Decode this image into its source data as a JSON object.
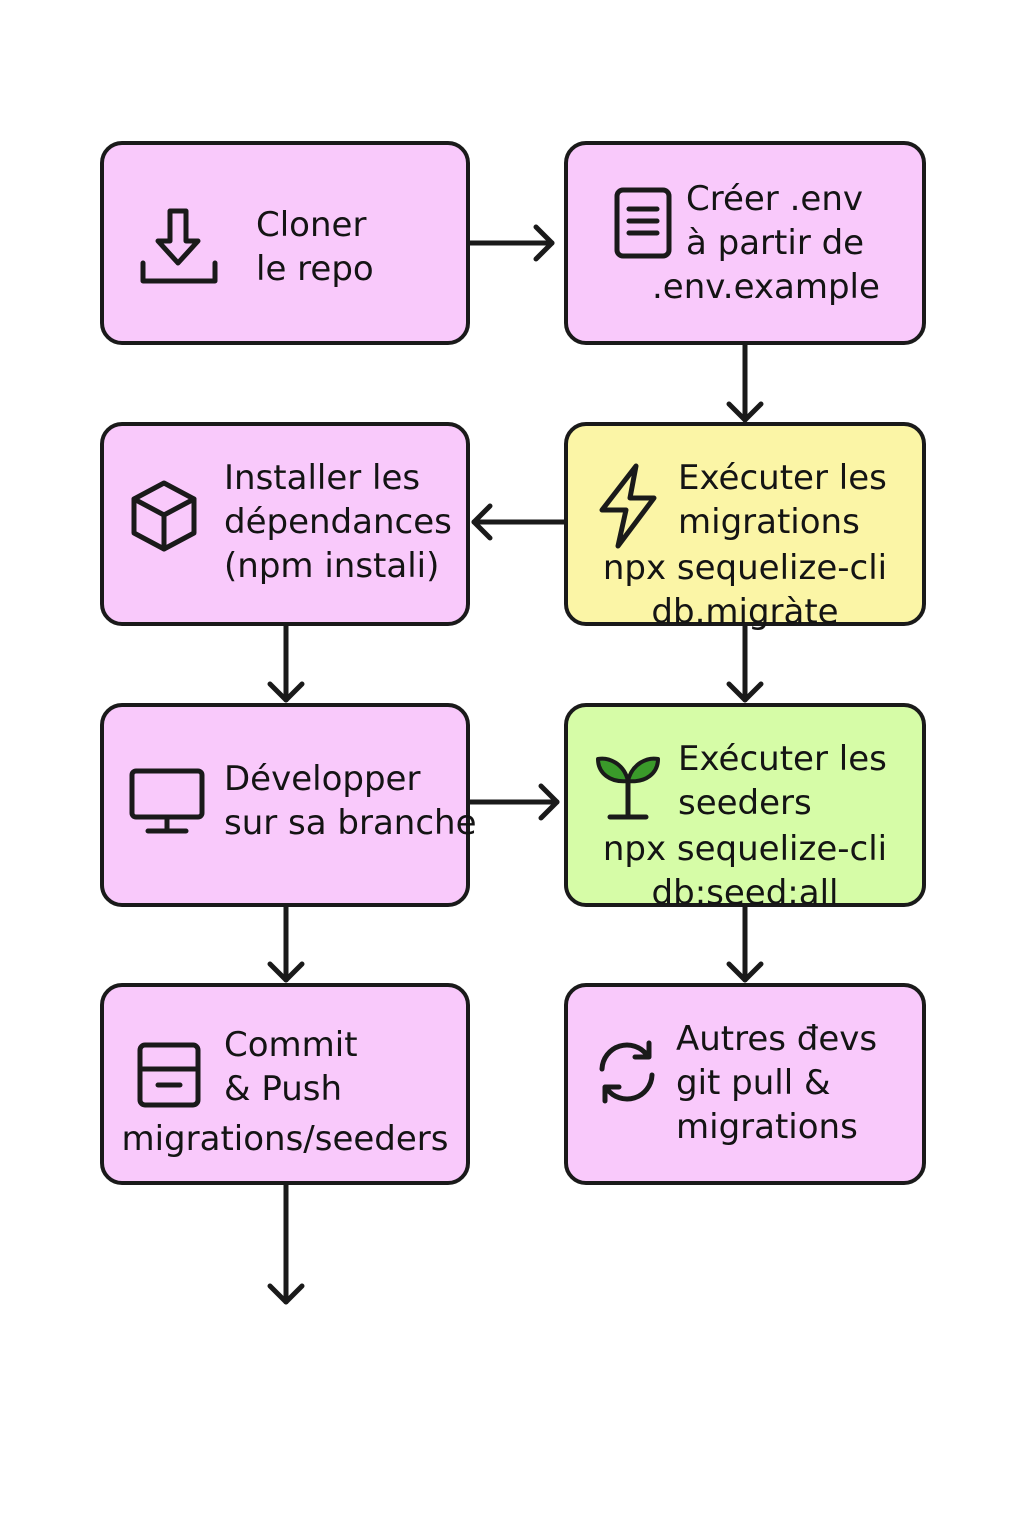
{
  "colors": {
    "step_default": "#f9c9fb",
    "step_migration": "#fbf5a6",
    "step_seed": "#d6fca7",
    "border": "#1a1a1a",
    "seed_icon": "#2e7d1f"
  },
  "nodes": {
    "clone": {
      "lines": [
        "Cloner",
        "le repo"
      ],
      "icon": "download-icon"
    },
    "env": {
      "lines": [
        "Créer .env",
        "à partir de",
        ".env.example"
      ],
      "icon": "document-icon"
    },
    "install": {
      "lines": [
        "Installer les",
        "dépendances",
        "(npm instali)"
      ],
      "icon": "package-box-icon"
    },
    "migrate": {
      "lines": [
        "Exécuter les",
        "migrations"
      ],
      "code": [
        "npx sequelize-cli",
        "db.migràte"
      ],
      "icon": "lightning-bolt-icon"
    },
    "dev": {
      "lines": [
        "Développer",
        "sur sa branche"
      ],
      "icon": "monitor-icon"
    },
    "seed": {
      "lines": [
        "Exécuter les",
        "seeders"
      ],
      "code": [
        "npx sequelize-cli",
        "db:seed:all"
      ],
      "icon": "seedling-icon"
    },
    "commit": {
      "lines": [
        "Commit",
        "& Push"
      ],
      "code": [
        "migrations/seeders"
      ],
      "icon": "archive-drawer-icon"
    },
    "others": {
      "lines": [
        "Autres đevs",
        "git pull &",
        "migrations"
      ],
      "icon": "refresh-sync-icon"
    }
  }
}
